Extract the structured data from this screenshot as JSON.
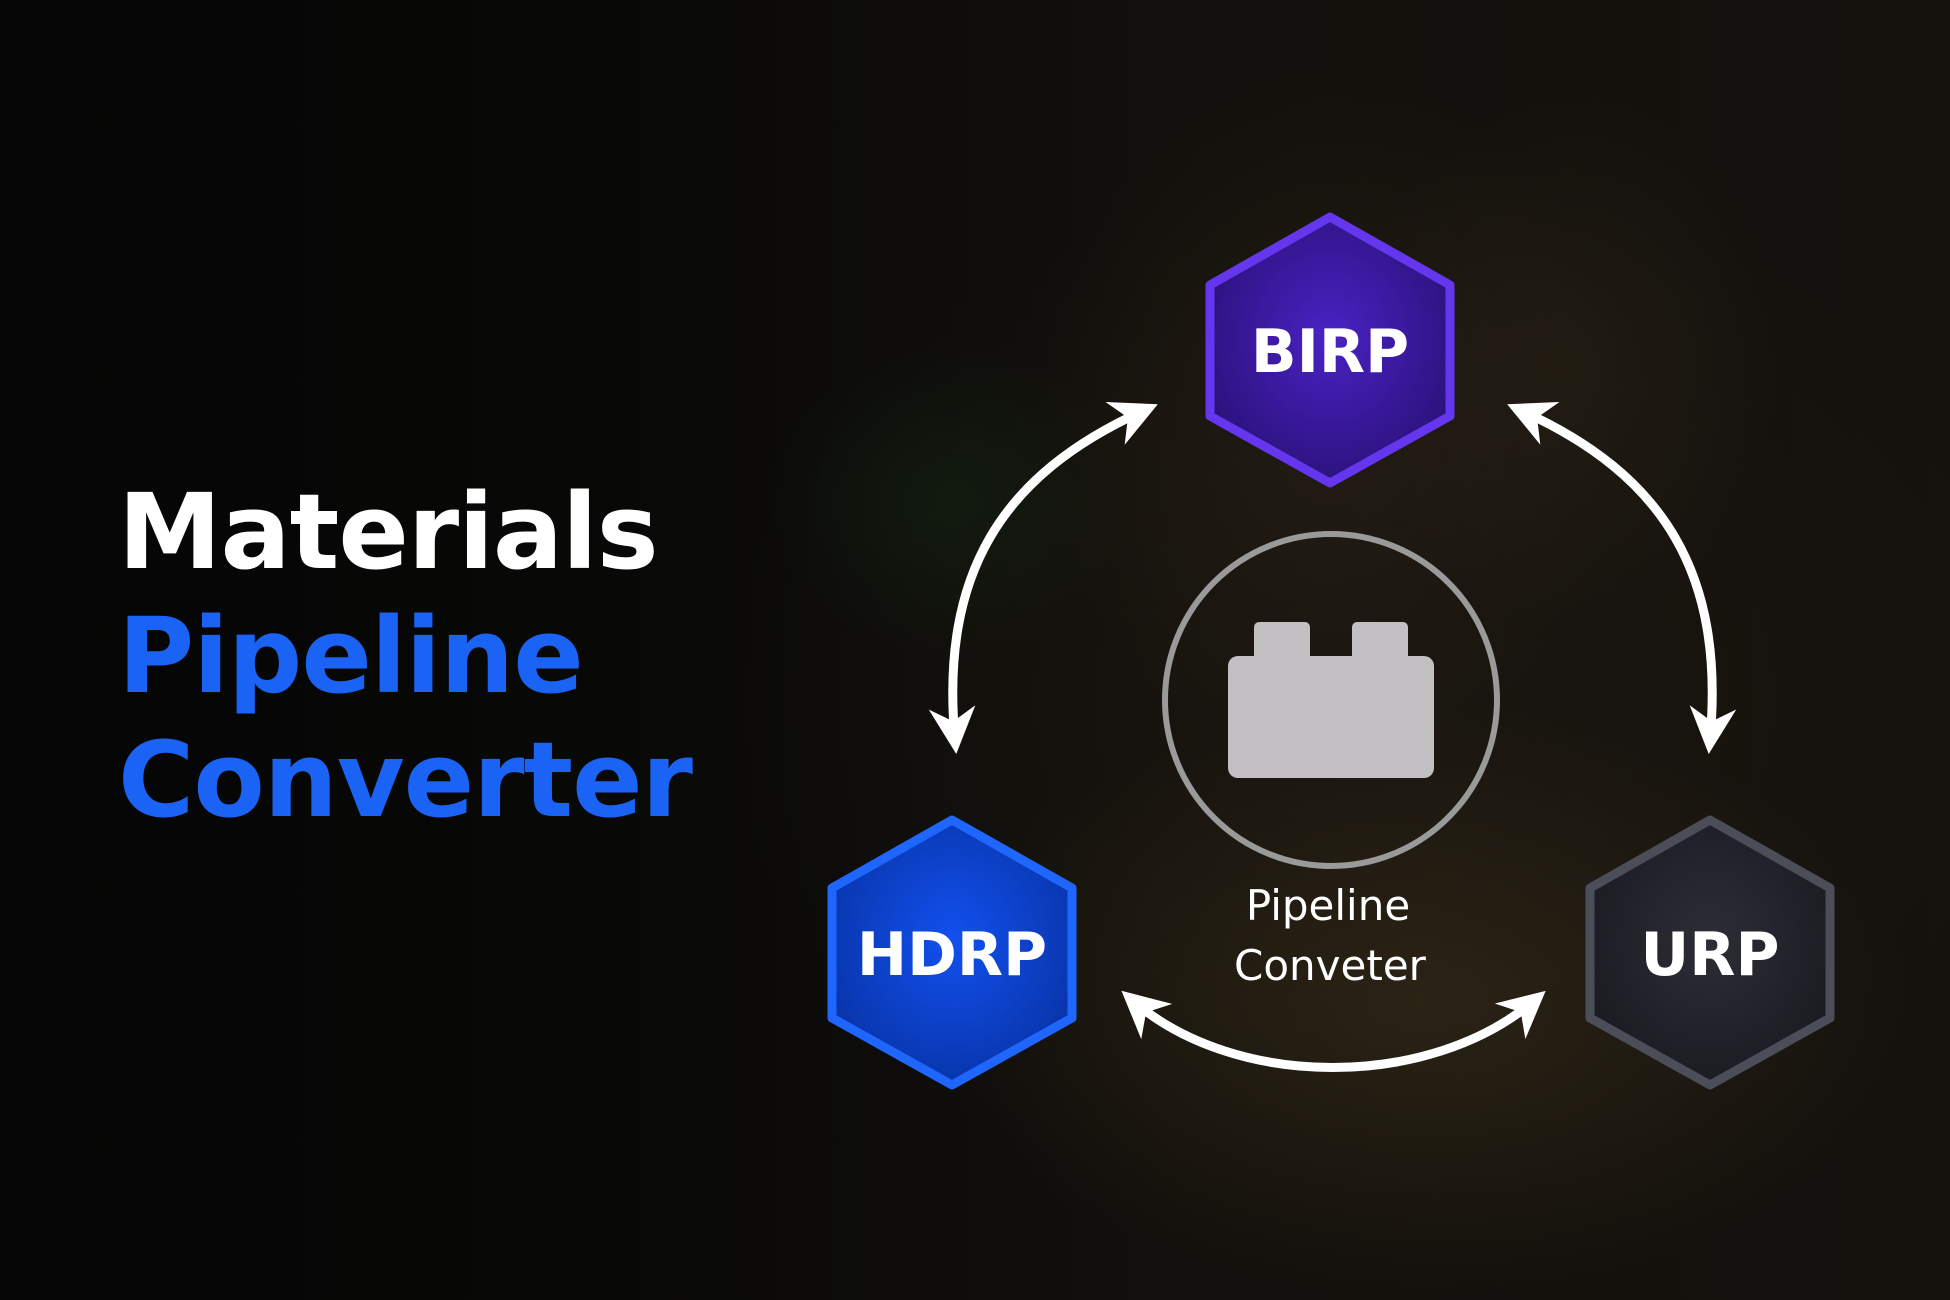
{
  "title": {
    "line1": "Materials",
    "line2": "Pipeline",
    "line3": "Converter"
  },
  "nodes": {
    "birp": {
      "label": "BIRP",
      "fill": "#3a1a9e",
      "stroke": "#6a3df0"
    },
    "hdrp": {
      "label": "HDRP",
      "fill": "#0b3fd0",
      "stroke": "#1f66ff"
    },
    "urp": {
      "label": "URP",
      "fill": "#23242c",
      "stroke": "#4a4c58"
    }
  },
  "center": {
    "line1": "Pipeline",
    "line2": "Conveter",
    "icon": "brick-block-icon",
    "ring_color": "#9a9a9a",
    "icon_color": "#c2c0c2"
  },
  "colors": {
    "title_white": "#ffffff",
    "title_blue": "#1a63f5",
    "arrow": "#ffffff"
  }
}
